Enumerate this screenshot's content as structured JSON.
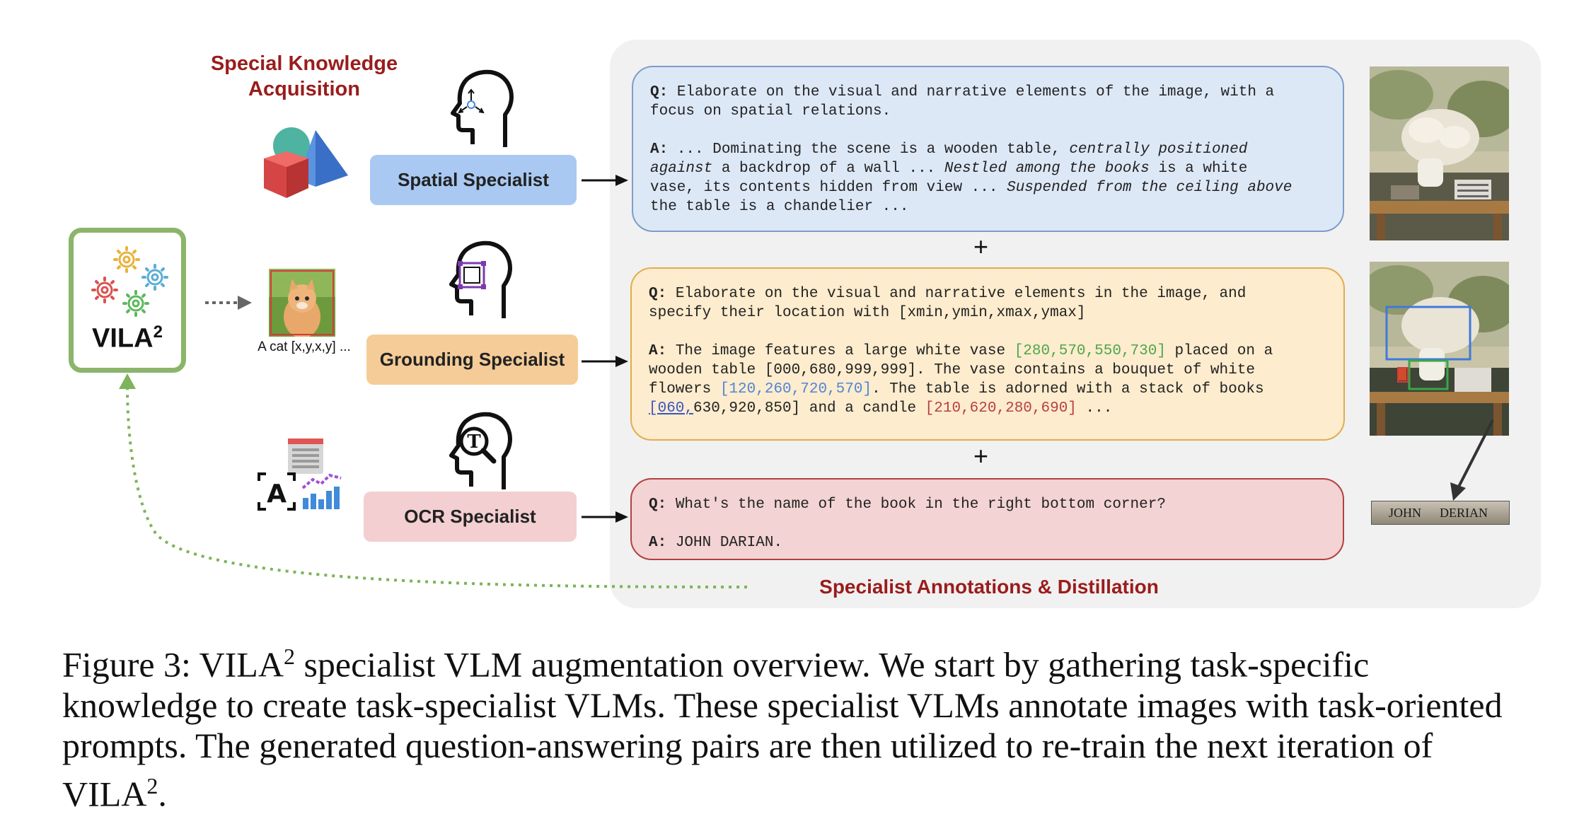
{
  "header": {
    "knowledge_title_line1": "Special Knowledge",
    "knowledge_title_line2": "Acquisition"
  },
  "vila": {
    "name": "VILA",
    "superscript": "2"
  },
  "cat_caption": "A cat [x,y,x,y] ...",
  "specialists": {
    "spatial": "Spatial Specialist",
    "grounding": "Grounding Specialist",
    "ocr": "OCR Specialist"
  },
  "qa": {
    "spatial": {
      "q_tag": "Q:",
      "q_line1": " Elaborate on the visual and narrative elements of the image, with a",
      "q_line2": "focus on spatial relations.",
      "a_tag": "A:",
      "a1_plain": " ... Dominating the scene is a wooden table, ",
      "a1_italic": "centrally positioned",
      "a2_italic": "against",
      "a2_plain": " a backdrop of a wall ... ",
      "a2_italic2": "Nestled among the books",
      "a2_plain2": " is a white",
      "a3_plain": "vase, its contents hidden from view ... ",
      "a3_italic": "Suspended from the ceiling above",
      "a4_plain": "the table is a chandelier ..."
    },
    "grounding": {
      "q_tag": "Q:",
      "q_line1": " Elaborate on the visual and narrative elements in the image, and",
      "q_line2": "specify their location with [xmin,ymin,xmax,ymax]",
      "a_tag": "A:",
      "a1_plain": " The image features a large white vase ",
      "a1_coord": "[280,570,550,730]",
      "a1_plain2": " placed on a",
      "a2_plain": "wooden table [000,680,999,999]. The vase contains a bouquet of white",
      "a3_plain": "flowers ",
      "a3_coord": "[120,260,720,570]",
      "a3_plain2": ". The table is adorned with a stack of books",
      "a4_coord": "[060,",
      "a4_plain": "630,920,850] and a candle ",
      "a4_coord2": "[210,620,280,690]",
      "a4_plain2": " ..."
    },
    "ocr": {
      "q_tag": "Q:",
      "q_line": " What's the name of the book in the right bottom corner?",
      "a_tag": "A:",
      "a_line": " JOHN DARIAN."
    }
  },
  "plus_sign": "+",
  "book_spine": {
    "left": "JOHN",
    "right": "DERIAN"
  },
  "distill_title": "Specialist Annotations & Distillation",
  "caption": {
    "line1_a": "Figure 3: VILA",
    "line1_sup": "2",
    "line1_b": " specialist VLM augmentation overview.  We start by gathering task-specific",
    "line2": "knowledge to create task-specialist VLMs. These specialist VLMs annotate images with task-oriented",
    "line3": "prompts. The generated question-answering pairs are then utilized to re-train the next iteration of",
    "line4_a": "VILA",
    "line4_sup": "2",
    "line4_b": "."
  },
  "colors": {
    "title_red": "#9a1c1c",
    "vila_green": "#8bb56a",
    "spatial_blue": "#a9c9f3",
    "grounding_orange": "#f5cc98",
    "ocr_pink": "#f3cfd1",
    "box_blue": "#dde8f7",
    "box_orange": "#fdeccd",
    "box_pink": "#f3d3d3"
  }
}
